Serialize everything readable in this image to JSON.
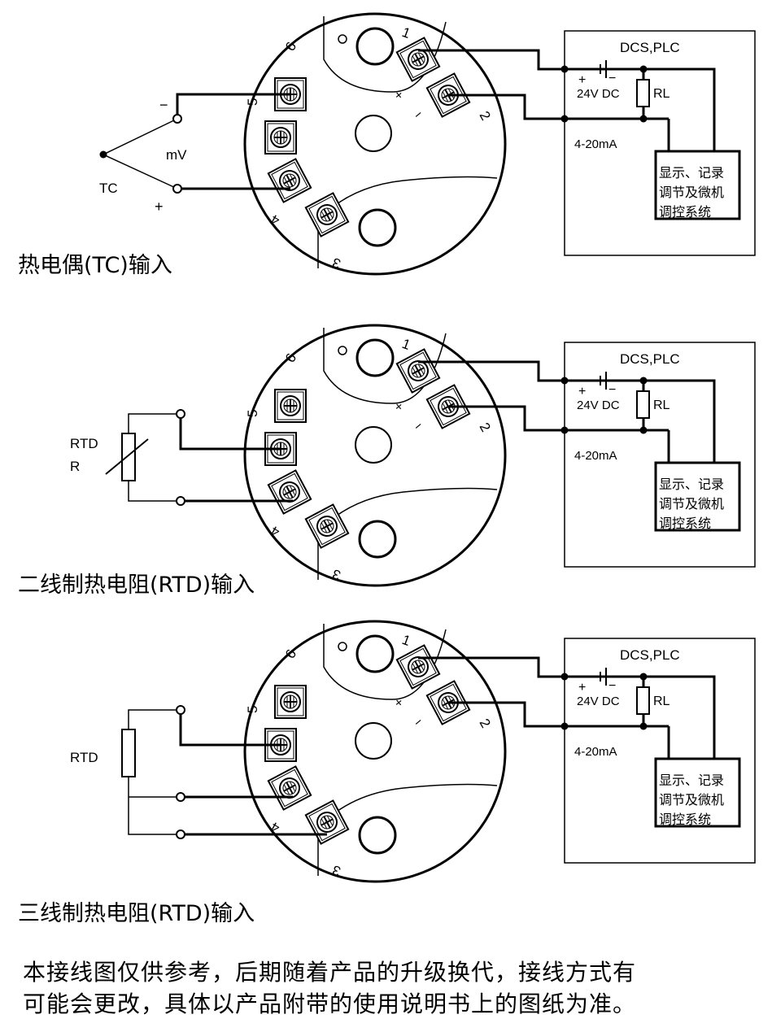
{
  "diagrams": [
    {
      "caption": "热电偶(TC)输入",
      "sensor_type": "TC",
      "sensor_labels": [
        "TC"
      ],
      "minus": "−",
      "plus": "+",
      "mv": "mV"
    },
    {
      "caption": "二线制热电阻(RTD)输入",
      "sensor_type": "RTD2",
      "sensor_labels": [
        "RTD",
        "R"
      ]
    },
    {
      "caption": "三线制热电阻(RTD)输入",
      "sensor_type": "RTD3",
      "sensor_labels": [
        "RTD"
      ]
    }
  ],
  "common": {
    "terminals": [
      "1",
      "2",
      "3",
      "4",
      "5",
      "6"
    ],
    "out_plus": "+",
    "out_minus": "−",
    "dcs_title": "DCS,PLC",
    "batt_plus": "+",
    "batt_minus": "−",
    "supply": "24V DC",
    "load": "RL",
    "current": "4-20mA",
    "system_lines": [
      "显示、记录",
      "调节及微机",
      "调控系统"
    ]
  },
  "note_lines": [
    "本接线图仅供参考，后期随着产品的升级换代，接线方式有",
    "可能会更改，具体以产品附带的使用说明书上的图纸为准。"
  ]
}
